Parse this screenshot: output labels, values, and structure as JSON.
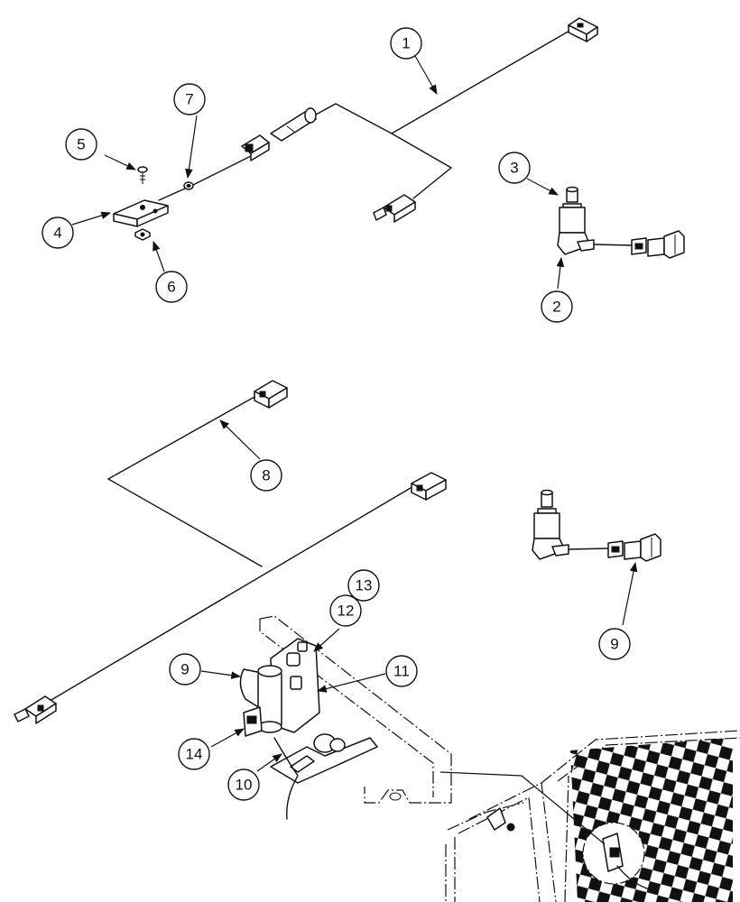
{
  "callouts": [
    {
      "id": "c1",
      "label": "1"
    },
    {
      "id": "c2",
      "label": "2"
    },
    {
      "id": "c3",
      "label": "3"
    },
    {
      "id": "c4",
      "label": "4"
    },
    {
      "id": "c5",
      "label": "5"
    },
    {
      "id": "c6",
      "label": "6"
    },
    {
      "id": "c7",
      "label": "7"
    },
    {
      "id": "c8",
      "label": "8"
    },
    {
      "id": "c9a",
      "label": "9"
    },
    {
      "id": "c9b",
      "label": "9"
    },
    {
      "id": "c10",
      "label": "10"
    },
    {
      "id": "c11",
      "label": "11"
    },
    {
      "id": "c12",
      "label": "12"
    },
    {
      "id": "c13",
      "label": "13"
    },
    {
      "id": "c14",
      "label": "14"
    }
  ]
}
